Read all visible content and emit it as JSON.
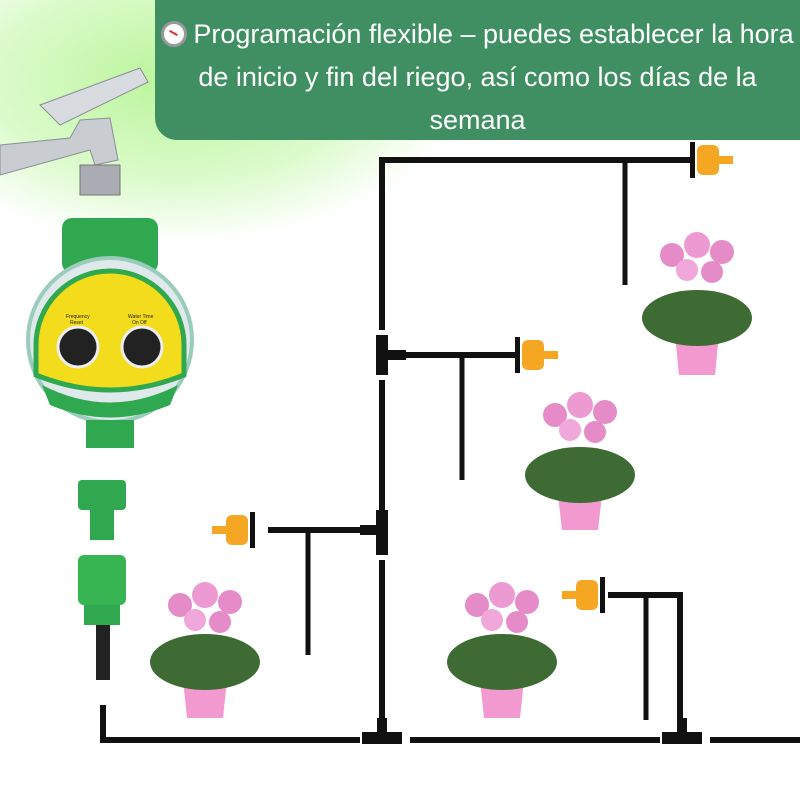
{
  "banner": {
    "icon": "alarm-clock-icon",
    "text": "Programación flexible – puedes establecer la hora de inicio y fin del riego, así como los días de la semana"
  },
  "timer": {
    "left_dial_label": "Frequency",
    "left_dial_sub": "Reset",
    "right_dial_label": "Water Time",
    "right_dial_sub": "On  Off"
  },
  "colors": {
    "banner": "#3f8f63",
    "pipe": "#111111",
    "dripper": "#f5a623",
    "pot": "#f29ad0",
    "bloom": "#e58cc8",
    "leaf": "#3d6b33",
    "timer_body": "#2fa84f",
    "timer_face": "#f2dc1c"
  }
}
